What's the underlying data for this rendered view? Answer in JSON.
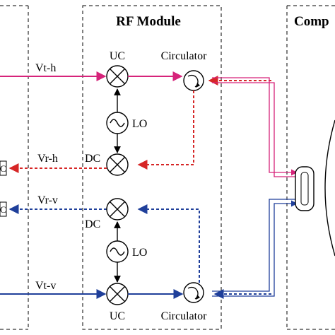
{
  "rf_module": {
    "title": "RF Module",
    "upper_chain": {
      "signal_in": "Vt-h",
      "mixer_up": "UC",
      "circulator": "Circulator",
      "oscillator": "LO",
      "mixer_down": "DC",
      "signal_out": "Vr-h"
    },
    "lower_chain": {
      "signal_out": "Vr-v",
      "mixer_down": "DC",
      "oscillator": "LO",
      "signal_in": "Vt-v",
      "mixer_up": "UC",
      "circulator": "Circulator"
    }
  },
  "right_panel": {
    "title": "Comp"
  },
  "left_boxes": {
    "upper_glyph": "C",
    "lower_glyph": "C"
  },
  "colors": {
    "horizontal_tx": "#d6237a",
    "horizontal_rx": "#d62626",
    "vertical_rx": "#1f3f9a",
    "vertical_tx": "#1f3f9a",
    "box_border": "#000000"
  }
}
